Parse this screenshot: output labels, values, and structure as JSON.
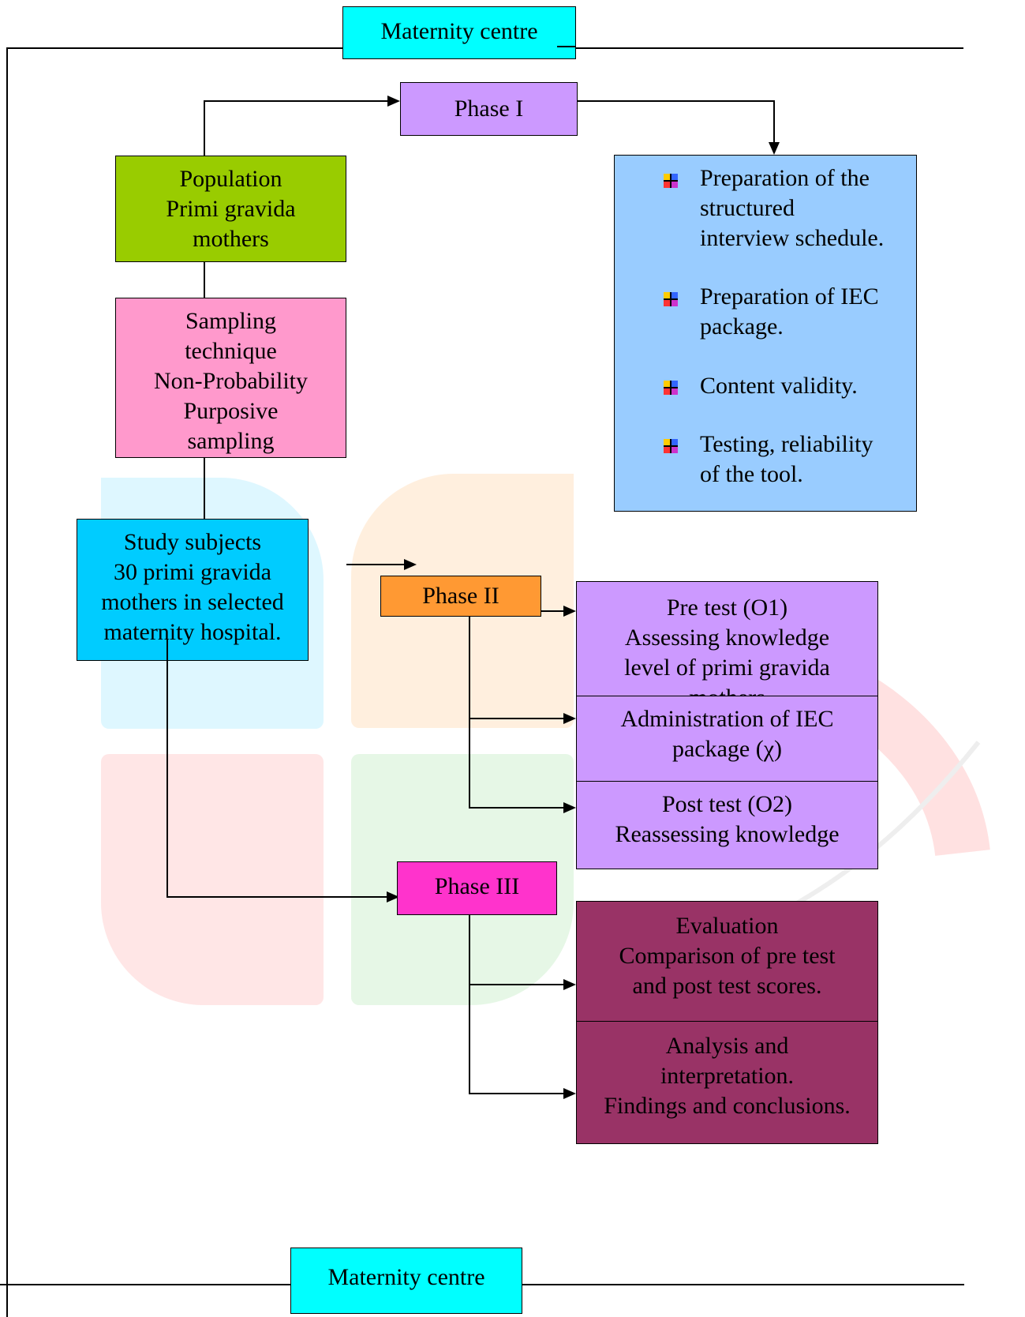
{
  "top_label": "Maternity centre",
  "bottom_label": "Maternity centre",
  "phase1": "Phase I",
  "phase2": "Phase II",
  "phase3": "Phase III",
  "population": [
    "Population",
    "Primi gravida",
    "mothers"
  ],
  "sampling": [
    "Sampling",
    "technique",
    "Non-Probability",
    "Purposive",
    "sampling"
  ],
  "study": [
    "Study subjects",
    "30 primi gravida",
    "mothers in selected",
    "maternity hospital."
  ],
  "phase1_items": [
    [
      "Preparation of the",
      "structured",
      "interview schedule."
    ],
    [
      "Preparation of IEC",
      "package."
    ],
    [
      "Content validity."
    ],
    [
      "Testing, reliability",
      "of the tool."
    ]
  ],
  "pretest": [
    "Pre test (O1)",
    "Assessing knowledge",
    "level of primi gravida",
    "mothers"
  ],
  "admin": [
    "Administration of IEC",
    "package (χ)"
  ],
  "posttest": [
    "Post test (O2)",
    "Reassessing knowledge"
  ],
  "evaluation": [
    "Evaluation",
    "Comparison of pre test",
    "and post test scores."
  ],
  "analysis": [
    "Analysis and",
    "interpretation.",
    "Findings and conclusions."
  ],
  "colors": {
    "cyan": "#00ffff",
    "lavender": "#cc99ff",
    "green": "#99cc00",
    "pink": "#ff99cc",
    "light_blue": "#99ccff",
    "sky": "#00ccff",
    "orange": "#ff9933",
    "magenta": "#ff33cc",
    "maroon": "#993366"
  }
}
